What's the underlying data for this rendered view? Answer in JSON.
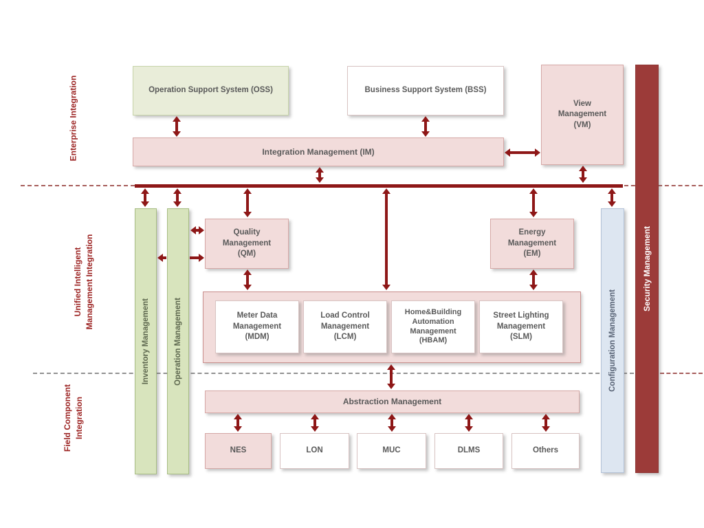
{
  "colors": {
    "accent_red": "#8e1717",
    "label_red": "#9c2423",
    "pink_fill": "#f2dcdb",
    "pink_border": "#d5a7a5",
    "container_border": "#c98d8b",
    "white_fill": "#ffffff",
    "white_border": "#d8c3c2",
    "green_box_fill": "#e9edd9",
    "green_box_border": "#c6d3a8",
    "green_bar_fill": "#d8e4bd",
    "green_bar_border": "#a6bc82",
    "blue_bar_fill": "#dde6f1",
    "blue_bar_border": "#b3c1d6",
    "security_fill": "#9c3b39",
    "security_border": "#8e3432",
    "text_gray": "#595959",
    "green_bar_text": "#5e684f",
    "blue_bar_text": "#5a6577",
    "dash_red": "#a65c5a",
    "dash_gray": "#909090"
  },
  "section_labels": {
    "enterprise": "Enterprise Integration",
    "unified": "Unified Intelligent\nManagement Integration",
    "field": "Field Component\nIntegration"
  },
  "enterprise": {
    "oss": "Operation Support System (OSS)",
    "bss": "Business Support System (BSS)",
    "vm": "View Management (VM)",
    "im": "Integration Management (IM)"
  },
  "unified": {
    "qm": "Quality Management (QM)",
    "em": "Energy Management (EM)",
    "apps": [
      "Meter Data Management (MDM)",
      "Load Control Management (LCM)",
      "Home&Building Automation Management (HBAM)",
      "Street Lighting Management (SLM)"
    ]
  },
  "field": {
    "abstraction": "Abstraction Management",
    "nodes": [
      "NES",
      "LON",
      "MUC",
      "DLMS",
      "Others"
    ]
  },
  "vertical_bars": {
    "inventory": "Inventory Management",
    "operation": "Operation Management",
    "configuration": "Configuration Management",
    "security": "Security Management"
  }
}
